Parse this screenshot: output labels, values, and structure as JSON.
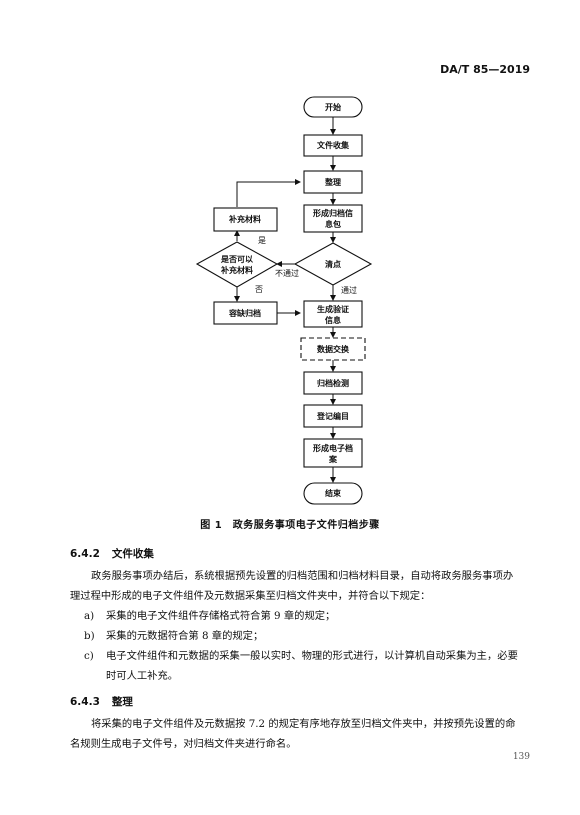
{
  "header": {
    "standard_code": "DA/T 85—2019"
  },
  "flowchart": {
    "start": "开始",
    "collect": "文件收集",
    "organize": "整理",
    "form_pkg_line1": "形成归档信",
    "form_pkg_line2": "息包",
    "supplement": "补充材料",
    "can_supplement_line1": "是否可以",
    "can_supplement_line2": "补充材料",
    "check": "清点",
    "missing": "容缺归档",
    "verify_line1": "生成验证",
    "verify_line2": "信息",
    "exchange": "数据交换",
    "archive_detect": "归档检测",
    "register": "登记编目",
    "form_record_line1": "形成电子档",
    "form_record_line2": "案",
    "end": "结束",
    "label_yes": "是",
    "label_no": "否",
    "label_fail": "不通过",
    "label_pass": "通过"
  },
  "figure_caption": "图 1　政务服务事项电子文件归档步骤",
  "sections": [
    {
      "number": "6.4.2",
      "title": "文件收集",
      "intro": "政务服务事项办结后，系统根据预先设置的归档范围和归档材料目录，自动将政务服务事项办理过程中形成的电子文件组件及元数据采集至归档文件夹中，并符合以下规定：",
      "items": [
        {
          "marker": "a)",
          "text": "采集的电子文件组件存储格式符合第 9 章的规定；"
        },
        {
          "marker": "b)",
          "text": "采集的元数据符合第 8 章的规定；"
        },
        {
          "marker": "c)",
          "text": "电子文件组件和元数据的采集一般以实时、物理的形式进行，以计算机自动采集为主，必要时可人工补充。"
        }
      ]
    },
    {
      "number": "6.4.3",
      "title": "整理",
      "intro": "将采集的电子文件组件及元数据按 7.2 的规定有序地存放至归档文件夹中，并按预先设置的命名规则生成电子文件号，对归档文件夹进行命名。"
    }
  ],
  "page_number": "139"
}
